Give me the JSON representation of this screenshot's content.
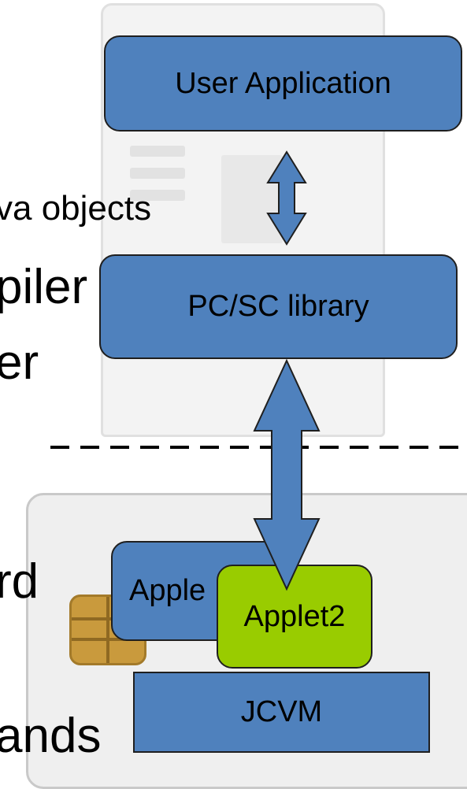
{
  "background_text": {
    "line1": "va objects",
    "line2": "piler",
    "line3": "er",
    "line4": "rd",
    "line5": "ands"
  },
  "boxes": {
    "user_application": "User Application",
    "pcsc_library": "PC/SC library",
    "applet1": "Apple",
    "applet2": "Applet2",
    "jcvm": "JCVM"
  },
  "colors": {
    "box_blue": "#4f81bd",
    "applet2_green": "#99cc00",
    "divider": "#000000"
  }
}
